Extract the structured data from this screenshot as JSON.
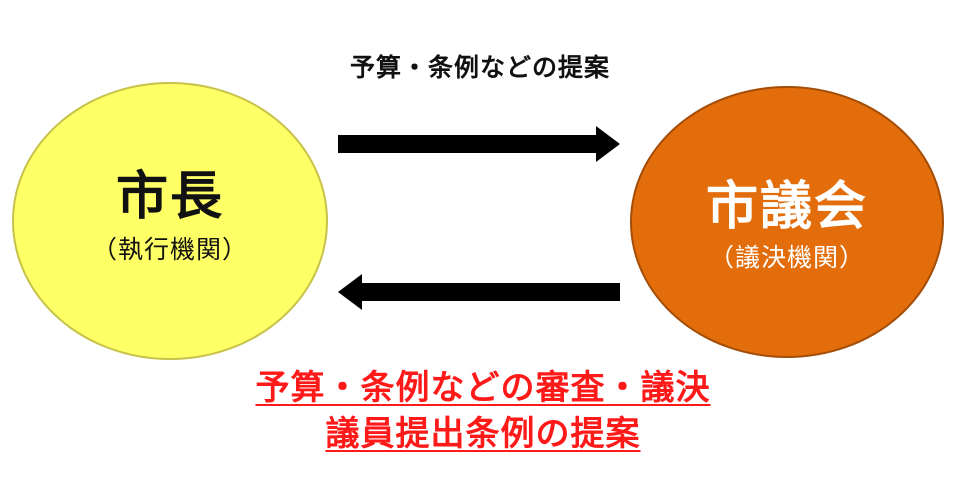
{
  "top_label": "予算・条例などの提案",
  "mayor": {
    "title": "市長",
    "subtitle": "（執行機関）"
  },
  "council": {
    "title": "市議会",
    "subtitle": "（議決機関）"
  },
  "bottom": {
    "line1": "予算・条例などの審査・議決",
    "line2": "議員提出条例の提案"
  },
  "colors": {
    "mayor_fill": "#ffff66",
    "council_fill": "#e36d0b",
    "bottom_text": "#ff1a1a",
    "arrow": "#000000"
  }
}
